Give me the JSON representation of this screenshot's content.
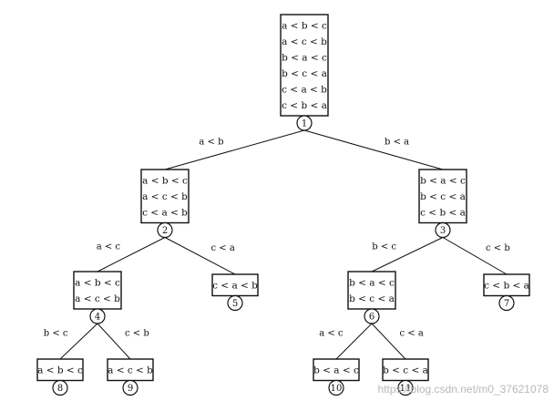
{
  "nodes": [
    {
      "id": "1",
      "number": "1",
      "lines": [
        "a < b < c",
        "a < c < b",
        "b < a < c",
        "b < c < a",
        "c < a < b",
        "c < b < a"
      ]
    },
    {
      "id": "2",
      "number": "2",
      "lines": [
        "a < b < c",
        "a < c < b",
        "c < a < b"
      ]
    },
    {
      "id": "3",
      "number": "3",
      "lines": [
        "b < a < c",
        "b < c < a",
        "c < b < a"
      ]
    },
    {
      "id": "4",
      "number": "4",
      "lines": [
        "a < b < c",
        "a < c < b"
      ]
    },
    {
      "id": "5",
      "number": "5",
      "lines": [
        "c < a < b"
      ]
    },
    {
      "id": "6",
      "number": "6",
      "lines": [
        "b < a < c",
        "b < c < a"
      ]
    },
    {
      "id": "7",
      "number": "7",
      "lines": [
        "c < b < a"
      ]
    },
    {
      "id": "8",
      "number": "8",
      "lines": [
        "a < b < c"
      ]
    },
    {
      "id": "9",
      "number": "9",
      "lines": [
        "a < c < b"
      ]
    },
    {
      "id": "10",
      "number": "10",
      "lines": [
        "b < a < c"
      ]
    },
    {
      "id": "11",
      "number": "11",
      "lines": [
        "b < c < a"
      ]
    }
  ],
  "edges": [
    {
      "from": "1",
      "to": "2",
      "label": "a < b"
    },
    {
      "from": "1",
      "to": "3",
      "label": "b < a"
    },
    {
      "from": "2",
      "to": "4",
      "label": "a < c"
    },
    {
      "from": "2",
      "to": "5",
      "label": "c < a"
    },
    {
      "from": "3",
      "to": "6",
      "label": "b < c"
    },
    {
      "from": "3",
      "to": "7",
      "label": "c < b"
    },
    {
      "from": "4",
      "to": "8",
      "label": "b < c"
    },
    {
      "from": "4",
      "to": "9",
      "label": "c < b"
    },
    {
      "from": "6",
      "to": "10",
      "label": "a < c"
    },
    {
      "from": "6",
      "to": "11",
      "label": "c < a"
    }
  ],
  "watermark": "https://blog.csdn.net/m0_37621078"
}
